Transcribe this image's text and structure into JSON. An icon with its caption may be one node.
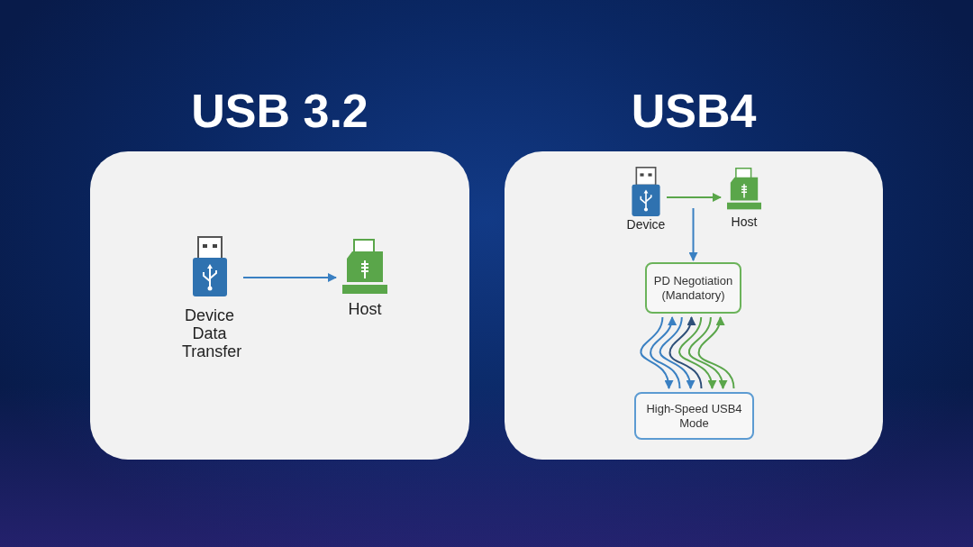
{
  "diagram": {
    "nodes": [
      {
        "text": [
          "USB 3.2"
        ]
      },
      {
        "text": [
          "Device Data Transfer"
        ],
        "in": 0
      },
      {
        "text": [
          "Host"
        ],
        "in": 0
      },
      {
        "text": [
          "USB4"
        ]
      },
      {
        "text": [
          "Device"
        ],
        "in": 3
      },
      {
        "text": [
          "Host"
        ],
        "in": 3
      },
      {
        "text": [
          "PD Negotiation (Mandatory)"
        ],
        "in": 3
      },
      {
        "text": [
          "High-Speed USB4 Mode"
        ],
        "in": 3
      }
    ],
    "edges": [
      {
        "from": 1,
        "to": 2,
        "arrow": "to"
      },
      {
        "from": 4,
        "to": 5,
        "arrow": "to",
        "color": "#5aa64a"
      },
      {
        "from": null,
        "to": 6,
        "arrow": "to"
      },
      {
        "from": 6,
        "to": 7,
        "arrow": "to"
      },
      {
        "from": 7,
        "to": 6,
        "arrow": "to"
      },
      {
        "from": 6,
        "to": 7,
        "arrow": "to"
      },
      {
        "from": 7,
        "to": 6,
        "arrow": "to",
        "color": "#2e4f78"
      },
      {
        "from": 6,
        "to": 7,
        "arrow": "to",
        "color": "#5aa64a"
      },
      {
        "from": 6,
        "to": 7,
        "arrow": "to",
        "color": "#5aa64a"
      },
      {
        "from": 7,
        "to": 6,
        "arrow": "to",
        "color": "#5aa64a"
      }
    ]
  }
}
